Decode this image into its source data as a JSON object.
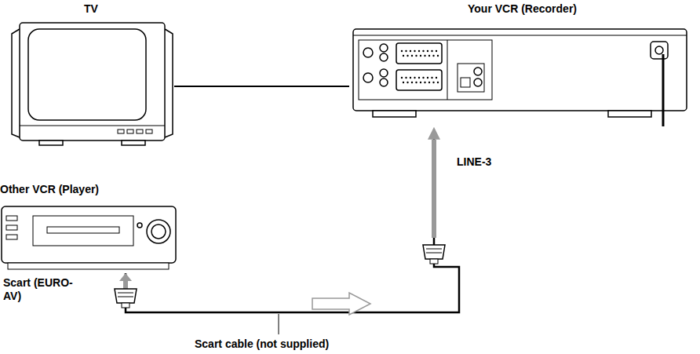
{
  "diagram": {
    "nodes": [
      {
        "text": [
          "TV"
        ]
      },
      {
        "text": [
          "Your VCR (Recorder)"
        ]
      },
      {
        "text": [
          "Other VCR (Player)"
        ]
      }
    ],
    "edges": [
      {
        "from": 0,
        "to": 1,
        "arrow": "none"
      },
      {
        "from": 2,
        "to": 1,
        "arrow": "to",
        "label": "Scart cable (not supplied)"
      }
    ],
    "labels": [
      "LINE-3",
      "Scart (EURO-AV)"
    ]
  }
}
